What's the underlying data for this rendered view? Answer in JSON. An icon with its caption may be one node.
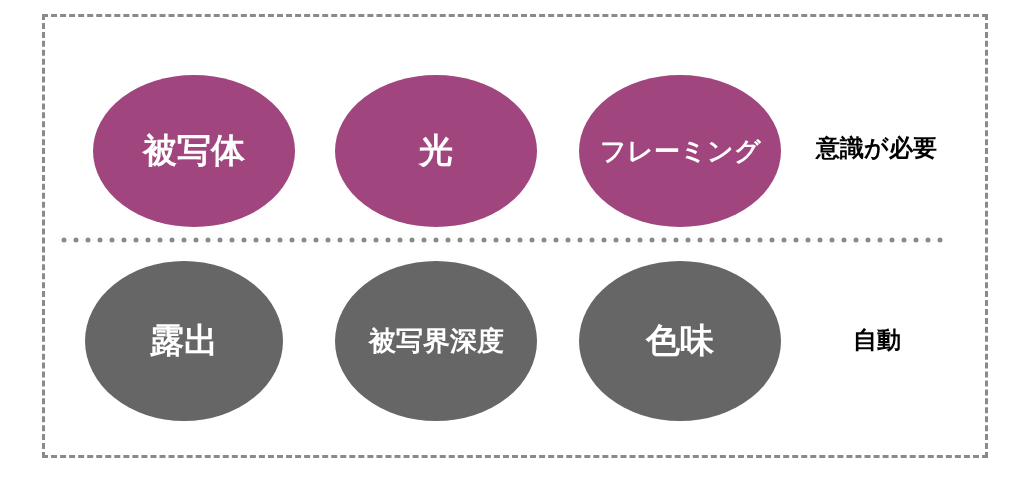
{
  "diagram": {
    "nodes": [
      {
        "text": [],
        "shape": "box"
      },
      {
        "text": [
          "被写体"
        ],
        "in": 0
      },
      {
        "text": [
          "光"
        ],
        "in": 0
      },
      {
        "text": [
          "フレーミング"
        ],
        "in": 0
      },
      {
        "text": [
          "露出"
        ],
        "in": 0
      },
      {
        "text": [
          "被写界深度"
        ],
        "in": 0
      },
      {
        "text": [
          "色味"
        ],
        "in": 0
      }
    ],
    "labels": [
      "意識が必要",
      "自動"
    ]
  }
}
